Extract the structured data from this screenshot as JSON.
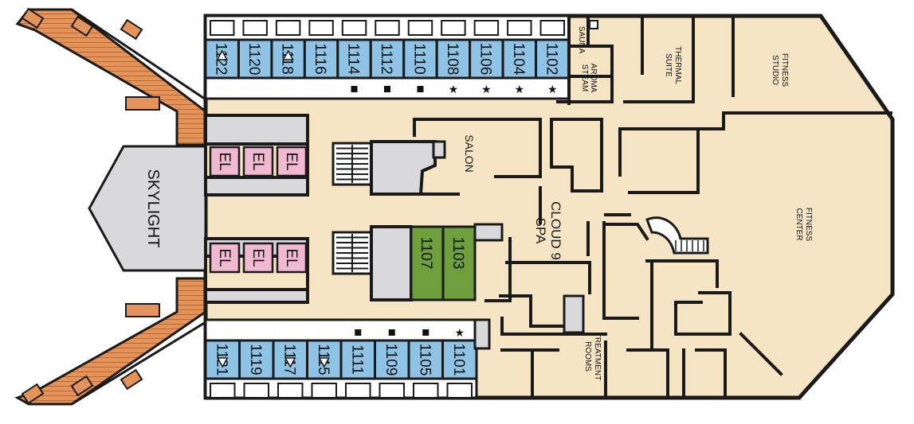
{
  "colors": {
    "deck": "#f5e5c4",
    "cabin_blue": "#8ec3e6",
    "cabin_green": "#6e9f3c",
    "elevator_pink": "#f2b8d2",
    "service_gray": "#d9d9db",
    "wood": "#e4935a",
    "outline": "#1a1a1a"
  },
  "cabins_top": [
    {
      "num": "1122",
      "mark": "triangle-up"
    },
    {
      "num": "1120",
      "mark": "none"
    },
    {
      "num": "1118",
      "mark": "triangle-up"
    },
    {
      "num": "1116",
      "mark": "none"
    },
    {
      "num": "1114",
      "mark": "square"
    },
    {
      "num": "1112",
      "mark": "square"
    },
    {
      "num": "1110",
      "mark": "square"
    },
    {
      "num": "1108",
      "mark": "star"
    },
    {
      "num": "1106",
      "mark": "star"
    },
    {
      "num": "1104",
      "mark": "star"
    },
    {
      "num": "1102",
      "mark": "star"
    }
  ],
  "cabins_bottom": [
    {
      "num": "1121",
      "mark": "triangle-down"
    },
    {
      "num": "1119",
      "mark": "none"
    },
    {
      "num": "1117",
      "mark": "triangle-down"
    },
    {
      "num": "1115",
      "mark": "triangle-down"
    },
    {
      "num": "1111",
      "mark": "square"
    },
    {
      "num": "1109",
      "mark": "square"
    },
    {
      "num": "1105",
      "mark": "square"
    },
    {
      "num": "1101",
      "mark": "star"
    }
  ],
  "cabins_center": [
    "1107",
    "1103"
  ],
  "elevator_label": "EL",
  "labels": {
    "skylight": "SKYLIGHT",
    "sauna": "SAUNA",
    "aroma_line1": "AROMA",
    "aroma_line2": "STEAM",
    "thermal_line1": "THERMAL",
    "thermal_line2": "SUITE",
    "fitness_studio_line1": "FITNESS",
    "fitness_studio_line2": "STUDIO",
    "salon": "SALON",
    "cloud_line1": "CLOUD 9",
    "cloud_line2": "SPA",
    "fitness_center_line1": "FITNESS",
    "fitness_center_line2": "CENTER",
    "treatment_line1": "TREATMENT",
    "treatment_line2": "ROOMS"
  }
}
